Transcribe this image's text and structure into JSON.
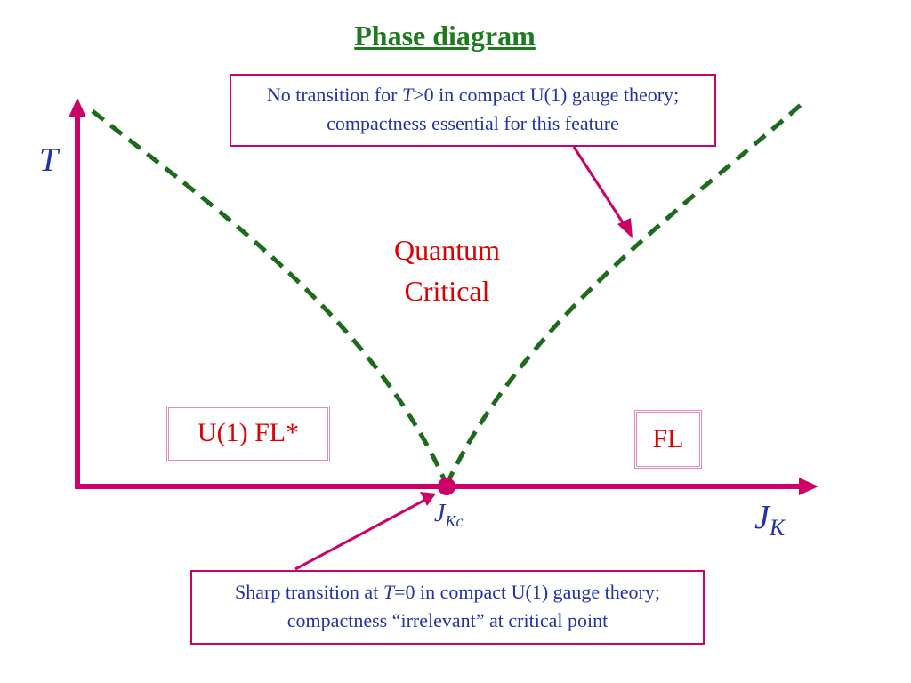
{
  "title": "Phase diagram",
  "axes": {
    "y_label": "T",
    "x_label_main": "J",
    "x_label_sub": "K",
    "critical_label_main": "J",
    "critical_label_sub": "Kc"
  },
  "regions": {
    "quantum_critical_line1": "Quantum",
    "quantum_critical_line2": "Critical",
    "fl_star": "U(1) FL*",
    "fl": "FL"
  },
  "callouts": {
    "top": {
      "pre": "No transition for ",
      "italic": "T",
      "post": ">0 in compact U(1) gauge theory; compactness essential for this feature"
    },
    "bottom": {
      "pre": "Sharp transition at ",
      "italic": "T",
      "post": "=0 in compact U(1) gauge theory; compactness “irrelevant” at critical point"
    }
  },
  "colors": {
    "axis": "#cc0066",
    "crossover": "#1e6b1e",
    "callout_text": "#2233aa",
    "region_text": "#dd0000",
    "title": "#1e7a1e"
  }
}
